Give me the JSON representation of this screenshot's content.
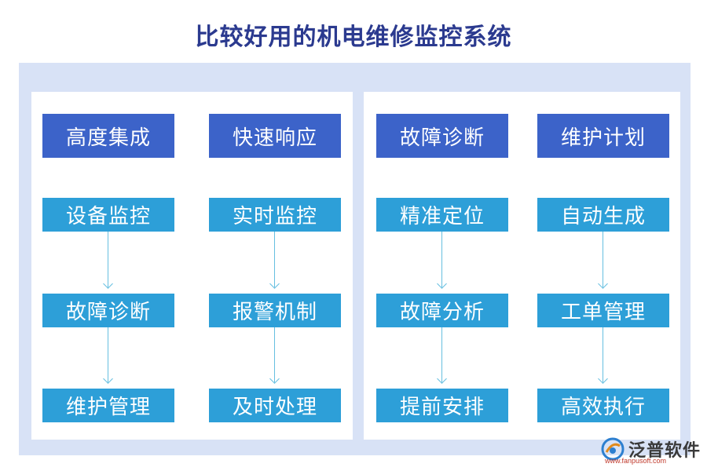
{
  "title": "比较好用的机电维修监控系统",
  "columns": [
    {
      "header": "高度集成",
      "items": [
        "设备监控",
        "故障诊断",
        "维护管理"
      ]
    },
    {
      "header": "快速响应",
      "items": [
        "实时监控",
        "报警机制",
        "及时处理"
      ]
    },
    {
      "header": "故障诊断",
      "items": [
        "精准定位",
        "故障分析",
        "提前安排"
      ]
    },
    {
      "header": "维护计划",
      "items": [
        "自动生成",
        "工单管理",
        "高效执行"
      ]
    }
  ],
  "logo": {
    "name": "泛普软件",
    "url": "www.fanpusoft.com",
    "icon": "fanpu-logo-icon"
  },
  "colors": {
    "title": "#2b3a8f",
    "header_box": "#3c63c9",
    "item_box": "#2d9fd8",
    "frame": "#d8e2f6",
    "arrow": "#66bfe0"
  }
}
